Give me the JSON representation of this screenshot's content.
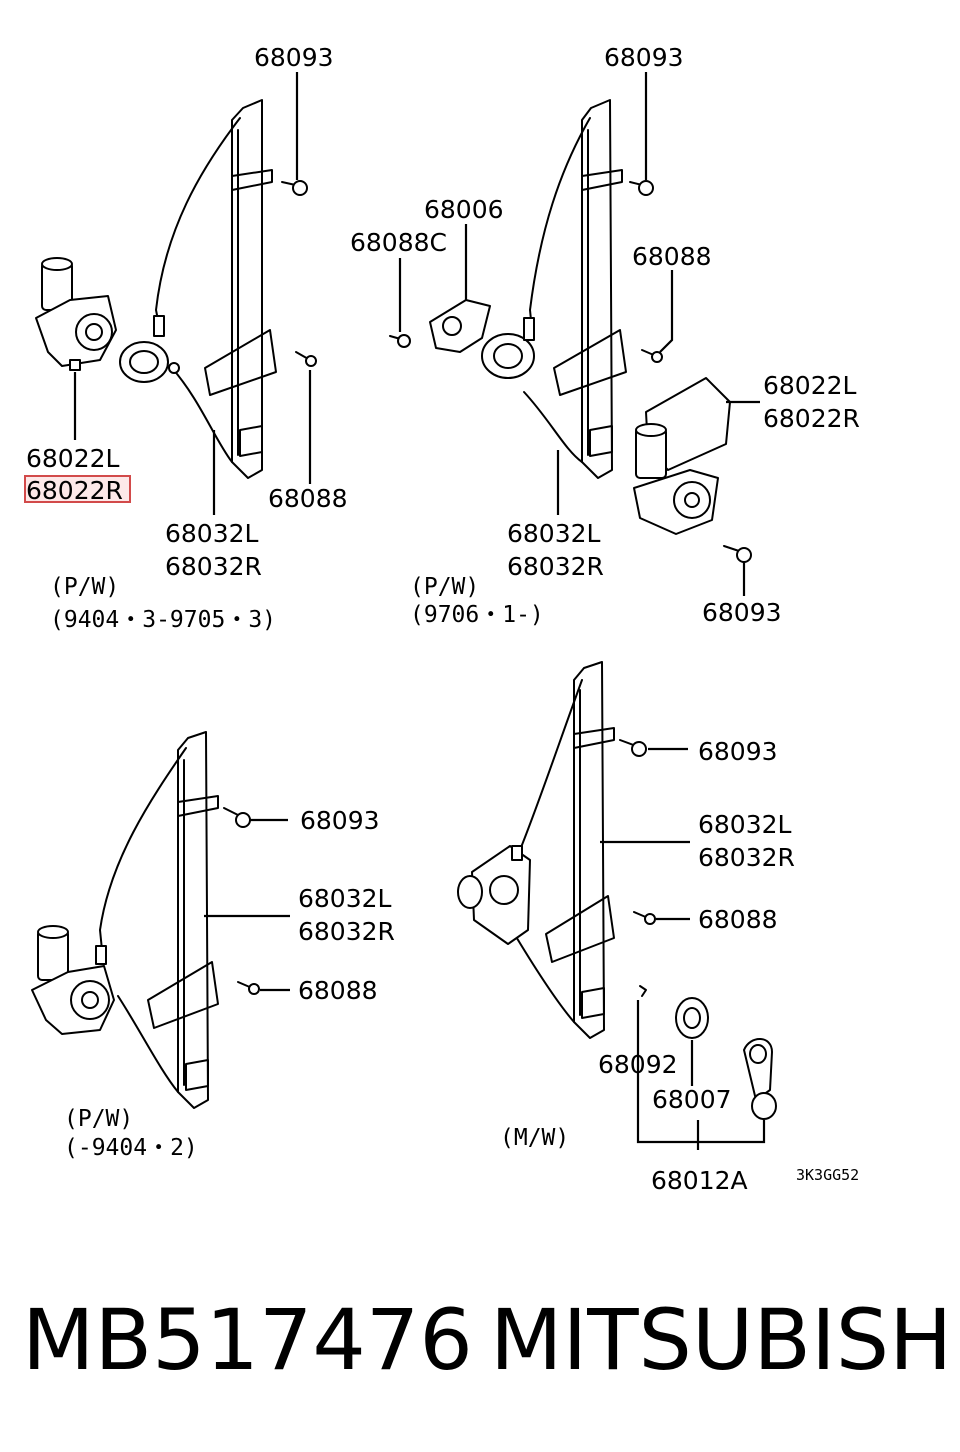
{
  "diagram": {
    "reference_code": "3K3GG52",
    "highlighted_part": "68022R",
    "panels": [
      {
        "id": "pw-1994-1997",
        "caption_type": "(P/W)",
        "caption_date": "(9404・3-9705・3)",
        "labels": [
          "68093",
          "68022L",
          "68022R",
          "68088",
          "68032L",
          "68032R"
        ]
      },
      {
        "id": "pw-1997-on",
        "caption_type": "(P/W)",
        "caption_date": "(9706・1-)",
        "labels": [
          "68093",
          "68006",
          "68088C",
          "68088",
          "68022L",
          "68022R",
          "68032L",
          "68032R",
          "68093"
        ]
      },
      {
        "id": "pw-to-1994",
        "caption_type": "(P/W)",
        "caption_date": "(-9404・2)",
        "labels": [
          "68093",
          "68032L",
          "68032R",
          "68088"
        ]
      },
      {
        "id": "mw",
        "caption_type": "(M/W)",
        "labels": [
          "68093",
          "68032L",
          "68032R",
          "68088",
          "68092",
          "68007",
          "68012A"
        ]
      }
    ]
  },
  "footer": {
    "part_number": "MB517476",
    "brand": "MITSUBISHI"
  }
}
